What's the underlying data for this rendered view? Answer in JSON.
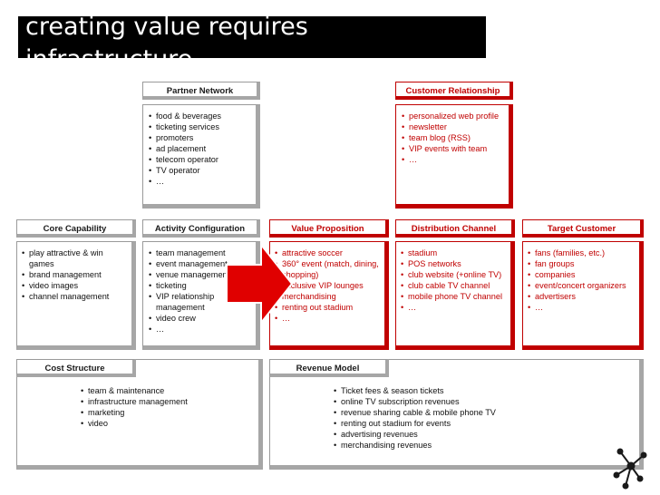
{
  "title": "creating value requires\ninfrastructure",
  "colors": {
    "accent": "#c00000",
    "box_border": "#a6a6a6",
    "title_bg": "#000000"
  },
  "icons": {
    "arrow": "right-arrow-icon",
    "logo": "network-node-icon"
  },
  "partner_network": {
    "label": "Partner Network",
    "items": [
      "food & beverages",
      "ticketing services",
      "promoters",
      "ad placement",
      "telecom operator",
      "TV operator",
      "…"
    ]
  },
  "customer_relationship": {
    "label": "Customer Relationship",
    "items": [
      "personalized web profile",
      "newsletter",
      "team blog (RSS)",
      "VIP events with team",
      "…"
    ]
  },
  "core_capability": {
    "label": "Core Capability",
    "items": [
      "play attractive & win games",
      "brand management",
      "video images",
      "channel management"
    ]
  },
  "activity_configuration": {
    "label": "Activity Configuration",
    "items": [
      "team management",
      "event management",
      "venue management",
      "ticketing",
      "VIP relationship management",
      "video crew",
      "…"
    ]
  },
  "value_proposition": {
    "label": "Value Proposition",
    "items": [
      "attractive soccer",
      "360° event (match, dining, shopping)",
      "exclusive VIP lounges",
      "merchandising",
      "renting out stadium",
      "…"
    ]
  },
  "distribution_channel": {
    "label": "Distribution Channel",
    "items": [
      "stadium",
      "POS networks",
      "club website (+online TV)",
      "club cable TV channel",
      "mobile phone TV channel",
      "…"
    ]
  },
  "target_customer": {
    "label": "Target Customer",
    "items": [
      "fans (families, etc.)",
      "fan groups",
      "companies",
      "event/concert organizers",
      "advertisers",
      "…"
    ]
  },
  "cost_structure": {
    "label": "Cost Structure",
    "items": [
      "team & maintenance",
      "infrastructure management",
      "marketing",
      "video"
    ]
  },
  "revenue_model": {
    "label": "Revenue Model",
    "items": [
      "Ticket fees & season tickets",
      "online TV subscription revenues",
      "revenue sharing cable & mobile phone TV",
      "renting out stadium for events",
      "advertising revenues",
      "merchandising revenues"
    ]
  }
}
